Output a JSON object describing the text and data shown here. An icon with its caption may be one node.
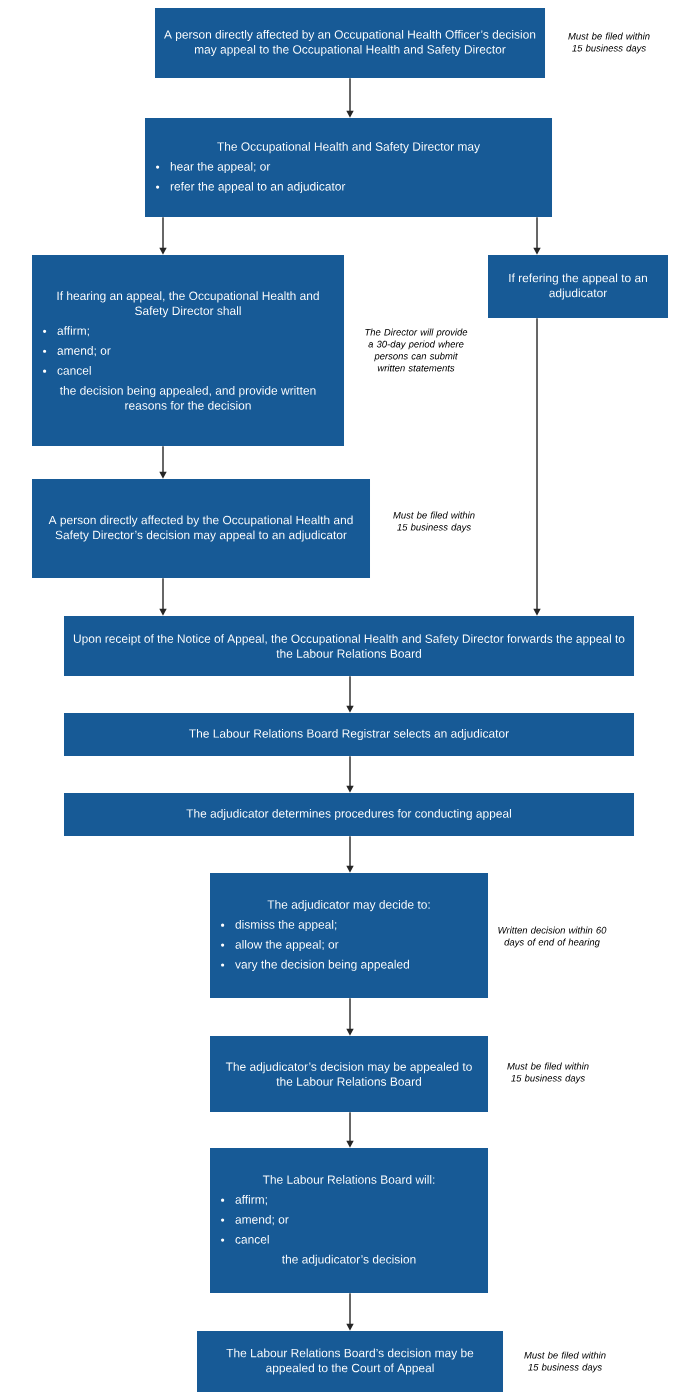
{
  "diagram": {
    "nodes": [
      {
        "text": [
          "A person directly affected by an Occupational Health Officer’s decision may appeal to the Occupational Health and Safety Director"
        ],
        "beside": [
          "Must be filed within 15 business days"
        ]
      },
      {
        "text": [
          "The Occupational Health and Safety Director may",
          "hear the appeal; or",
          "refer the appeal to an adjudicator"
        ]
      },
      {
        "text": [
          "If hearing an appeal, the Occupational Health and Safety Director shall",
          "affirm;",
          "amend; or",
          "cancel",
          "the decision being appealed, and provide written reasons for the decision"
        ],
        "beside": [
          "The Director will provide a 30-day period where persons can submit written statements"
        ]
      },
      {
        "text": [
          "If refering the appeal to an adjudicator"
        ]
      },
      {
        "text": [
          "A person directly affected by the Occupational Health and Safety Director’s decision may appeal to an adjudicator"
        ],
        "beside": [
          "Must be filed within 15 business days"
        ]
      },
      {
        "text": [
          "Upon receipt of the Notice of Appeal, the Occupational Health and Safety Director forwards the appeal to the Labour Relations Board"
        ]
      },
      {
        "text": [
          "The Labour Relations Board Registrar selects an adjudicator"
        ]
      },
      {
        "text": [
          "The adjudicator determines procedures for conducting appeal"
        ]
      },
      {
        "text": [
          "The adjudicator may decide to:",
          "dismiss the appeal;",
          "allow the appeal; or",
          "vary the decision being appealed"
        ],
        "beside": [
          "Written decision within 60 days of end of hearing"
        ]
      },
      {
        "text": [
          "The adjudicator’s decision may be appealed to the Labour Relations Board"
        ],
        "beside": [
          "Must be filed within 15 business days"
        ]
      },
      {
        "text": [
          "The Labour Relations Board will:",
          "affirm;",
          "amend; or",
          "cancel",
          "the adjudicator’s decision"
        ]
      },
      {
        "text": [
          "The Labour Relations Board’s decision may be appealed to the Court of Appeal"
        ],
        "beside": [
          "Must be filed within 15 business days"
        ]
      }
    ],
    "edges": [
      {
        "from": 0,
        "to": 1,
        "arrow": "to"
      },
      {
        "from": 1,
        "to": 2,
        "arrow": "to"
      },
      {
        "from": 1,
        "to": 3,
        "arrow": "to"
      },
      {
        "from": 2,
        "to": 4,
        "arrow": "to"
      },
      {
        "from": 4,
        "to": 5,
        "arrow": "to"
      },
      {
        "from": 3,
        "to": 5,
        "arrow": "to"
      },
      {
        "from": 5,
        "to": 6,
        "arrow": "to"
      },
      {
        "from": 6,
        "to": 7,
        "arrow": "to"
      },
      {
        "from": 7,
        "to": 8,
        "arrow": "to"
      },
      {
        "from": 8,
        "to": 9,
        "arrow": "to"
      },
      {
        "from": 9,
        "to": 10,
        "arrow": "to"
      },
      {
        "from": 10,
        "to": 11,
        "arrow": "to"
      }
    ]
  }
}
